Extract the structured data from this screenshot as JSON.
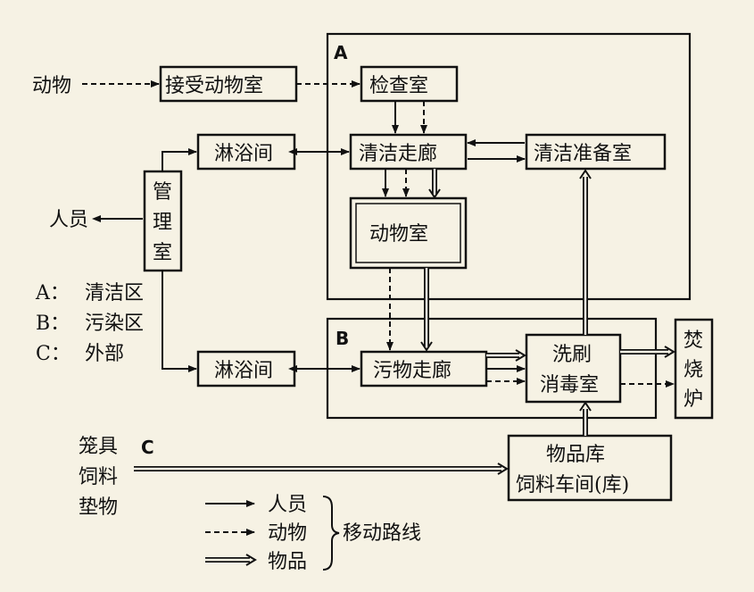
{
  "regions": {
    "A": "A",
    "B": "B",
    "C": "C"
  },
  "nodes": {
    "animal_source": "动物",
    "receiving_room": "接受动物室",
    "inspection_room": "检查室",
    "shower_top": "淋浴间",
    "clean_corridor": "清洁走廊",
    "clean_prep_room": "清洁准备室",
    "management_room": [
      "管",
      "理",
      "室"
    ],
    "personnel": "人员",
    "animal_room": "动物室",
    "shower_bottom": "淋浴间",
    "dirty_corridor": "污物走廊",
    "wash_room": [
      "洗刷",
      "消毒室"
    ],
    "incinerator": [
      "焚",
      "烧",
      "炉"
    ],
    "storage": [
      "物品库",
      "饲料车间(库)"
    ],
    "supplies": [
      "笼具",
      "饲料",
      "垫物"
    ]
  },
  "region_legend": [
    {
      "key": "A：",
      "label": "清洁区"
    },
    {
      "key": "B：",
      "label": "污染区"
    },
    {
      "key": "C：",
      "label": "外部"
    }
  ],
  "route_legend": {
    "items": [
      "人员",
      "动物",
      "物品"
    ],
    "title": "移动路线"
  }
}
